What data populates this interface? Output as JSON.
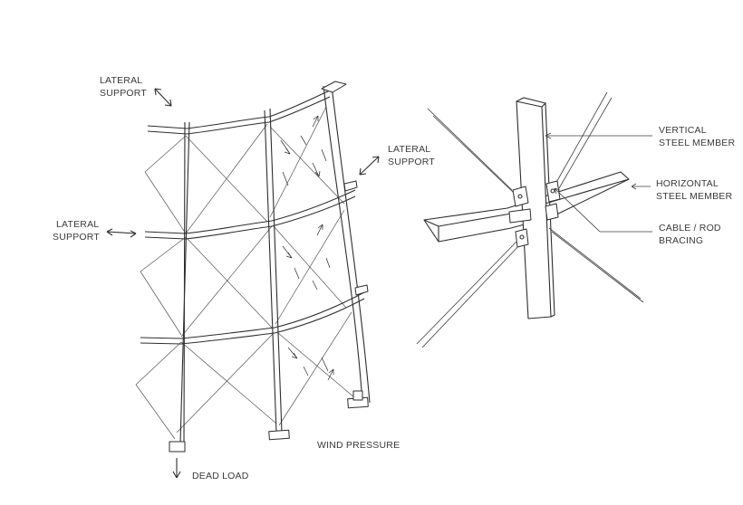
{
  "labels": {
    "lateral_support_top": [
      "LATERAL",
      "SUPPORT"
    ],
    "lateral_support_right": [
      "LATERAL",
      "SUPPORT"
    ],
    "lateral_support_left": [
      "LATERAL",
      "SUPPORT"
    ],
    "dead_load": "DEAD LOAD",
    "wind_pressure": "WIND PRESSURE",
    "vertical_steel_member": [
      "VERTICAL",
      "STEEL MEMBER"
    ],
    "horizontal_steel_member": [
      "HORIZONTAL",
      "STEEL MEMBER"
    ],
    "cable_rod_bracing": [
      "CABLE / ROD",
      "BRACING"
    ]
  },
  "colors": {
    "ink": "#2e2e2e",
    "text": "#3a3a3a",
    "background": "#ffffff"
  }
}
